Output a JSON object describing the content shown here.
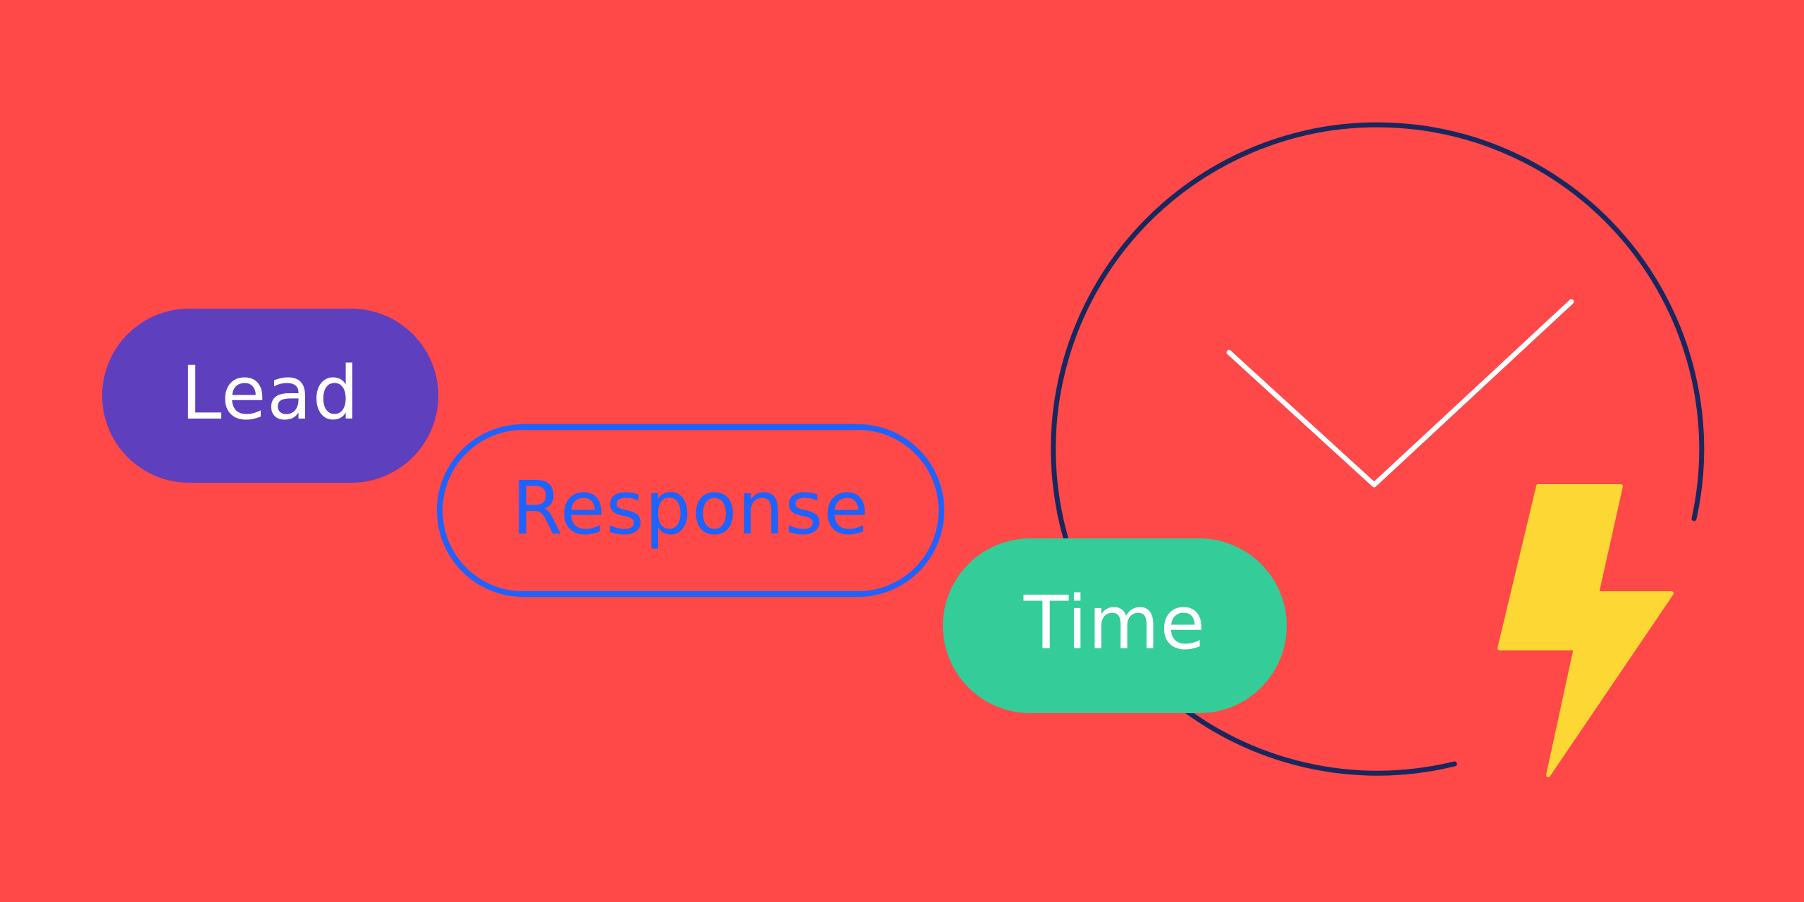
{
  "colors": {
    "background": "#FF4848",
    "lead_pill": "#5E3FBE",
    "response_outline": "#1E62FF",
    "time_pill": "#34CC98",
    "clock_ring": "#18275E",
    "clock_hands": "#FFFFFF",
    "lightning": "#FDD835"
  },
  "pills": {
    "lead": "Lead",
    "response": "Response",
    "time": "Time"
  },
  "icons": {
    "clock": "clock-icon",
    "lightning": "lightning-bolt-icon"
  }
}
